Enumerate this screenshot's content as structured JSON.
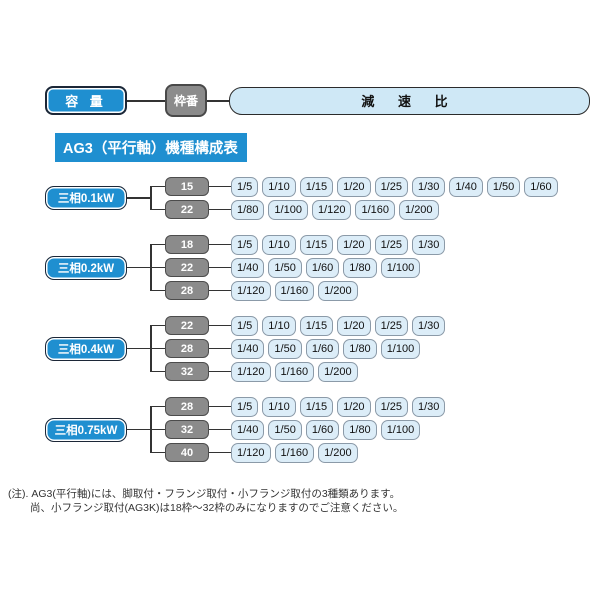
{
  "legend": {
    "capacity_label": "容 量",
    "frame_label": "枠番",
    "ratio_label": "減 速 比"
  },
  "title": "AG3（平行軸）機種構成表",
  "groups": [
    {
      "label": "三相0.1kW",
      "rows": [
        {
          "frame": "15",
          "ratios": [
            "1/5",
            "1/10",
            "1/15",
            "1/20",
            "1/25",
            "1/30",
            "1/40",
            "1/50",
            "1/60"
          ]
        },
        {
          "frame": "22",
          "ratios": [
            "1/80",
            "1/100",
            "1/120",
            "1/160",
            "1/200"
          ]
        }
      ]
    },
    {
      "label": "三相0.2kW",
      "rows": [
        {
          "frame": "18",
          "ratios": [
            "1/5",
            "1/10",
            "1/15",
            "1/20",
            "1/25",
            "1/30"
          ]
        },
        {
          "frame": "22",
          "ratios": [
            "1/40",
            "1/50",
            "1/60",
            "1/80",
            "1/100"
          ]
        },
        {
          "frame": "28",
          "ratios": [
            "1/120",
            "1/160",
            "1/200"
          ]
        }
      ]
    },
    {
      "label": "三相0.4kW",
      "rows": [
        {
          "frame": "22",
          "ratios": [
            "1/5",
            "1/10",
            "1/15",
            "1/20",
            "1/25",
            "1/30"
          ]
        },
        {
          "frame": "28",
          "ratios": [
            "1/40",
            "1/50",
            "1/60",
            "1/80",
            "1/100"
          ]
        },
        {
          "frame": "32",
          "ratios": [
            "1/120",
            "1/160",
            "1/200"
          ]
        }
      ]
    },
    {
      "label": "三相0.75kW",
      "rows": [
        {
          "frame": "28",
          "ratios": [
            "1/5",
            "1/10",
            "1/15",
            "1/20",
            "1/25",
            "1/30"
          ]
        },
        {
          "frame": "32",
          "ratios": [
            "1/40",
            "1/50",
            "1/60",
            "1/80",
            "1/100"
          ]
        },
        {
          "frame": "40",
          "ratios": [
            "1/120",
            "1/160",
            "1/200"
          ]
        }
      ]
    }
  ],
  "notes": [
    "(注). AG3(平行軸)には、脚取付・フランジ取付・小フランジ取付の3種類あります。",
    "尚、小フランジ取付(AG3K)は18枠〜32枠のみになりますのでご注意ください。"
  ],
  "colors": {
    "blue": "#1f8fd0",
    "gray": "#8b8b8b",
    "lightblue": "#dcedf8",
    "lightblue2": "#cfe8f6",
    "dark": "#1c2737",
    "line": "#333333"
  }
}
